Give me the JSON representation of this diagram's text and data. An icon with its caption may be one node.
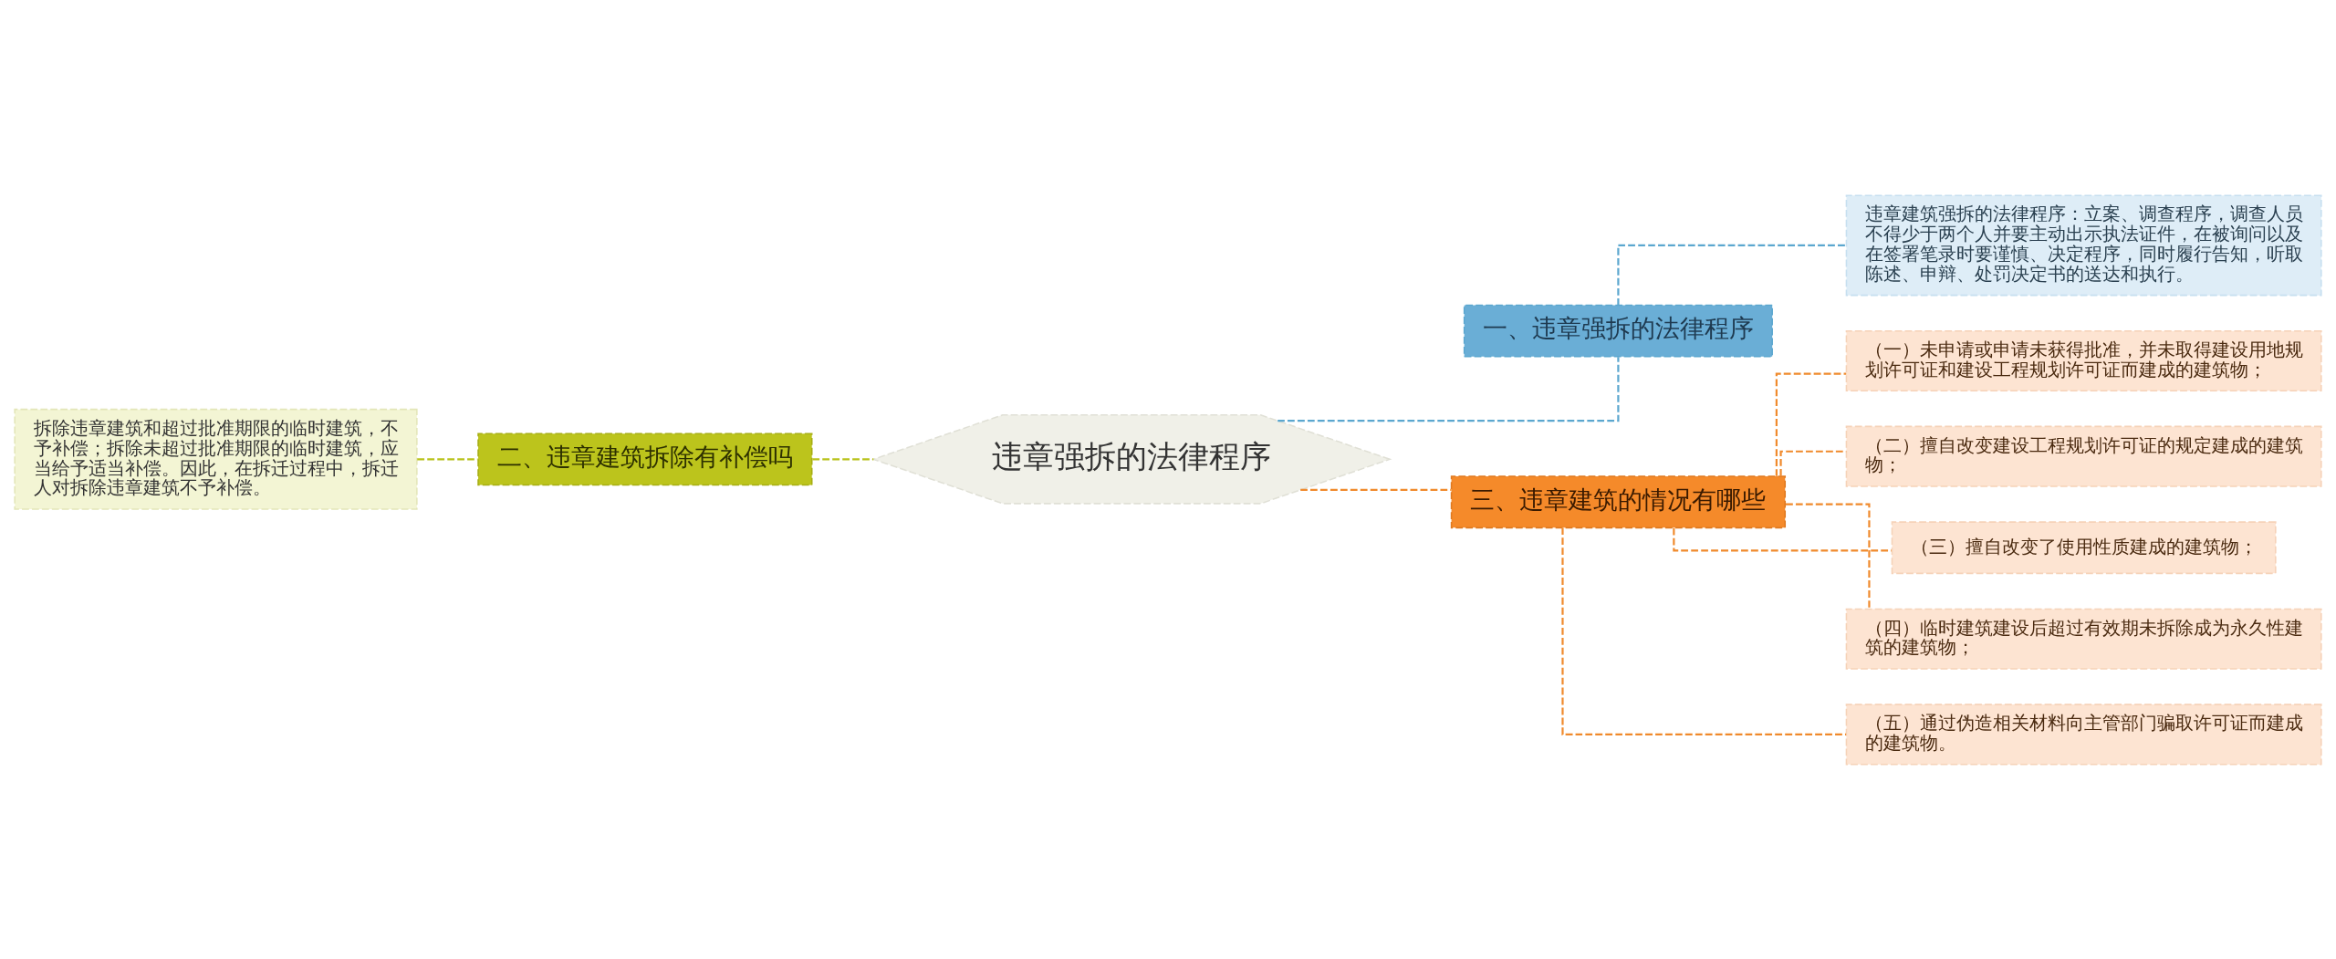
{
  "diagram": {
    "nodes": [
      {
        "text": [
          "违章强拆的法律程序"
        ]
      },
      {
        "text": [
          "一、违章强拆的法律程序"
        ]
      },
      {
        "text": [
          "违章建筑强拆的法律程序：立案、调查程序，调查人员不得少于两个人并要主动出示执法证件，在被询问以及在签署笔录时要谨慎、决定程序，同时履行告知，听取陈述、申辩、处罚决定书的送达和执行。"
        ]
      },
      {
        "text": [
          "二、违章建筑拆除有补偿吗"
        ]
      },
      {
        "text": [
          "拆除违章建筑和超过批准期限的临时建筑，不予补偿；拆除未超过批准期限的临时建筑，应当给予适当补偿。因此，在拆迁过程中，拆迁人对拆除违章建筑不予补偿。"
        ]
      },
      {
        "text": [
          "三、违章建筑的情况有哪些"
        ]
      },
      {
        "text": [
          "（一）未申请或申请未获得批准，并未取得建设用地规划许可证和建设工程规划许可证而建成的建筑物；"
        ]
      },
      {
        "text": [
          "（二）擅自改变建设工程规划许可证的规定建成的建筑物；"
        ]
      },
      {
        "text": [
          "（三）擅自改变了使用性质建成的建筑物；"
        ]
      },
      {
        "text": [
          "（四）临时建筑建设后超过有效期未拆除成为永久性建筑的建筑物；"
        ]
      },
      {
        "text": [
          "（五）通过伪造相关材料向主管部门骗取许可证而建成的建筑物。"
        ]
      }
    ],
    "edges": [
      {
        "from": 0,
        "to": 1,
        "arrow": "none",
        "style": "dashed",
        "color": "#5ba7cf"
      },
      {
        "from": 1,
        "to": 2,
        "arrow": "none",
        "style": "dashed",
        "color": "#5ba7cf"
      },
      {
        "from": 0,
        "to": 3,
        "arrow": "none",
        "style": "dashed",
        "color": "#b8c21a"
      },
      {
        "from": 3,
        "to": 4,
        "arrow": "none",
        "style": "dashed",
        "color": "#b8c21a"
      },
      {
        "from": 0,
        "to": 5,
        "arrow": "none",
        "style": "dashed"
      },
      {
        "from": 5,
        "to": 6,
        "arrow": "none",
        "style": "dashed"
      },
      {
        "from": 5,
        "to": 7,
        "arrow": "none",
        "style": "dashed"
      },
      {
        "from": 5,
        "to": 8,
        "arrow": "none",
        "style": "dashed"
      },
      {
        "from": 5,
        "to": 9,
        "arrow": "none",
        "style": "dashed"
      },
      {
        "from": 5,
        "to": 10,
        "arrow": "none",
        "style": "dashed"
      }
    ]
  }
}
